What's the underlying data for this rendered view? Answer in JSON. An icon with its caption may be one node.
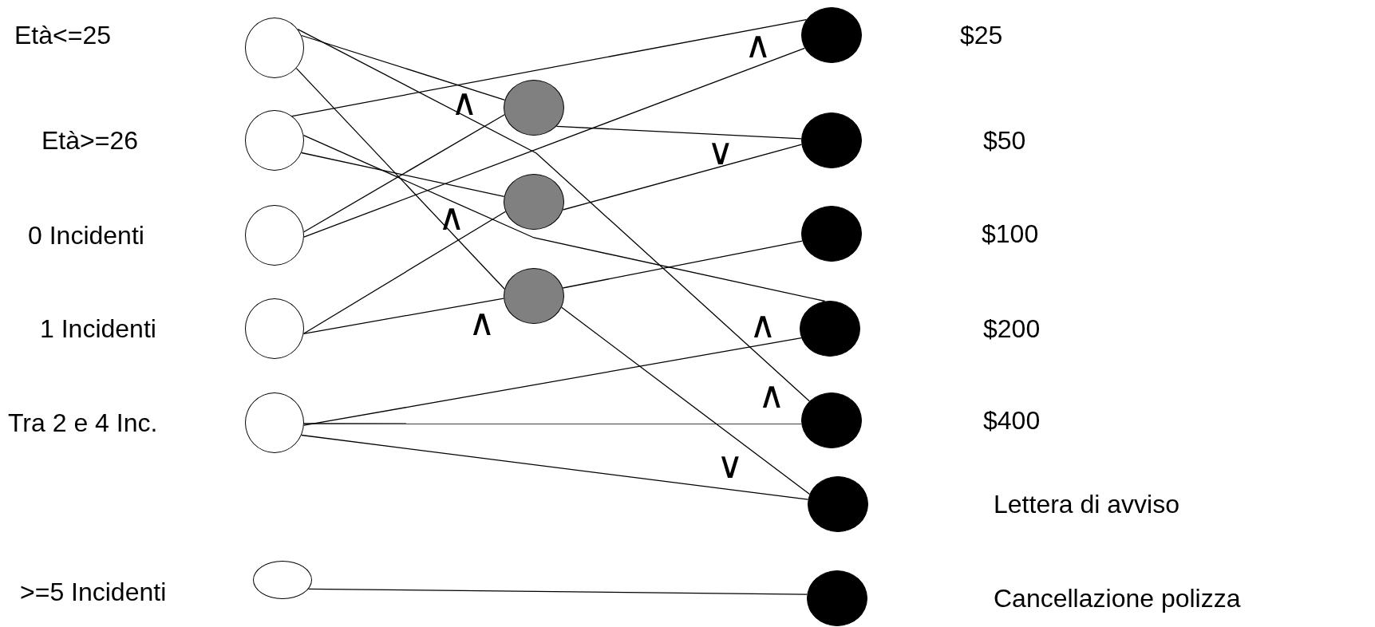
{
  "diagram": {
    "nodes": [
      {
        "text": [],
        "shape": "circle"
      },
      {
        "text": [],
        "shape": "circle"
      },
      {
        "text": [],
        "shape": "circle"
      },
      {
        "text": [],
        "shape": "circle"
      },
      {
        "text": [],
        "shape": "circle"
      },
      {
        "text": [],
        "shape": "circle"
      },
      {
        "text": [],
        "shape": "circle"
      },
      {
        "text": [],
        "shape": "circle"
      },
      {
        "text": [],
        "shape": "circle"
      },
      {
        "text": [],
        "shape": "circle"
      },
      {
        "text": [],
        "shape": "circle"
      },
      {
        "text": [],
        "shape": "circle"
      },
      {
        "text": [],
        "shape": "circle"
      },
      {
        "text": [],
        "shape": "circle"
      },
      {
        "text": [],
        "shape": "circle"
      },
      {
        "text": [],
        "shape": "circle"
      }
    ],
    "edges": [
      {
        "from": 0,
        "to": 6,
        "arrow": "none"
      },
      {
        "from": 0,
        "to": 13,
        "arrow": "none"
      },
      {
        "from": 0,
        "to": 8,
        "arrow": "none"
      },
      {
        "from": 1,
        "to": 9,
        "arrow": "none"
      },
      {
        "from": 1,
        "to": 12,
        "arrow": "none"
      },
      {
        "from": 1,
        "to": 7,
        "arrow": "none"
      },
      {
        "from": 2,
        "to": 6,
        "arrow": "none"
      },
      {
        "from": 2,
        "to": 9,
        "arrow": "none"
      },
      {
        "from": 3,
        "to": 7,
        "arrow": "none"
      },
      {
        "from": 3,
        "to": 8,
        "arrow": "none"
      },
      {
        "from": 6,
        "to": 10,
        "arrow": "none"
      },
      {
        "from": 7,
        "to": 10,
        "arrow": "none"
      },
      {
        "from": 8,
        "to": 11,
        "arrow": "none"
      },
      {
        "from": 4,
        "to": 12,
        "arrow": "none"
      },
      {
        "from": 4,
        "to": 13,
        "arrow": "none"
      },
      {
        "from": 4,
        "to": 14,
        "arrow": "none"
      },
      {
        "from": 8,
        "to": 14,
        "arrow": "none"
      },
      {
        "from": 5,
        "to": 15,
        "arrow": "none"
      }
    ],
    "labels": [
      "Età<=25",
      "$25",
      "∧",
      "∧",
      "Età>=26",
      "$50",
      "∨",
      "∧",
      "0 Incidenti",
      "$100",
      "1 Incidenti",
      "∧",
      "∧",
      "$200",
      "Tra 2 e 4 Inc.",
      "$400",
      "∧",
      "∨",
      "Lettera di avviso",
      ">=5 Incidenti",
      "Cancellazione polizza"
    ]
  }
}
